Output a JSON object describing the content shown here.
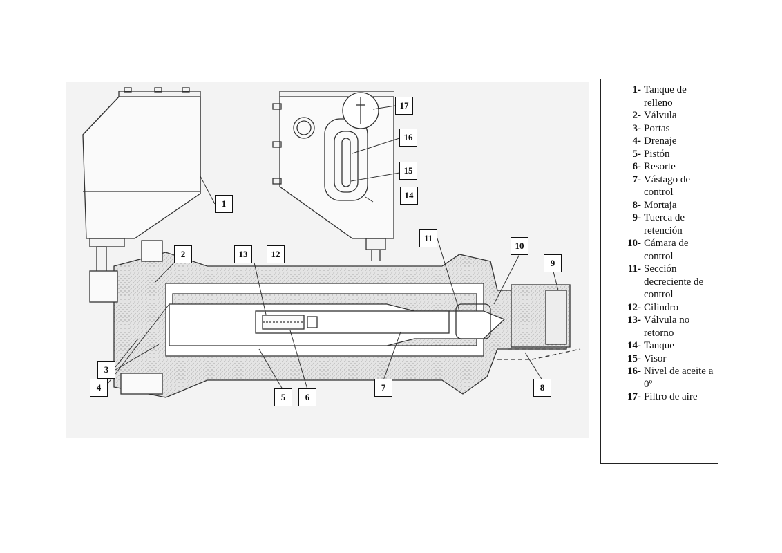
{
  "callouts": [
    {
      "id": "1",
      "label": "1"
    },
    {
      "id": "2",
      "label": "2"
    },
    {
      "id": "3",
      "label": "3"
    },
    {
      "id": "4",
      "label": "4"
    },
    {
      "id": "5",
      "label": "5"
    },
    {
      "id": "6",
      "label": "6"
    },
    {
      "id": "7",
      "label": "7"
    },
    {
      "id": "8",
      "label": "8"
    },
    {
      "id": "9",
      "label": "9"
    },
    {
      "id": "10",
      "label": "10"
    },
    {
      "id": "11",
      "label": "11"
    },
    {
      "id": "12",
      "label": "12"
    },
    {
      "id": "13",
      "label": "13"
    },
    {
      "id": "14",
      "label": "14"
    },
    {
      "id": "15",
      "label": "15"
    },
    {
      "id": "16",
      "label": "16"
    },
    {
      "id": "17",
      "label": "17"
    }
  ],
  "legend": [
    {
      "num": "1-",
      "text": "Tanque de relleno"
    },
    {
      "num": "2-",
      "text": "Válvula"
    },
    {
      "num": "3-",
      "text": "Portas"
    },
    {
      "num": "4-",
      "text": "Drenaje"
    },
    {
      "num": "5-",
      "text": "Pistón"
    },
    {
      "num": "6-",
      "text": "Resorte"
    },
    {
      "num": "7-",
      "text": "Vástago de control"
    },
    {
      "num": "8-",
      "text": "Mortaja"
    },
    {
      "num": "9-",
      "text": "Tuerca de retención"
    },
    {
      "num": "10-",
      "text": "Cámara de control"
    },
    {
      "num": "11-",
      "text": "Sección decreciente de control"
    },
    {
      "num": "12-",
      "text": "Cilindro"
    },
    {
      "num": "13-",
      "text": "Válvula no retorno"
    },
    {
      "num": "14-",
      "text": "Tanque"
    },
    {
      "num": "15-",
      "text": "Visor"
    },
    {
      "num": "16-",
      "text": "Nivel de aceite a 0º"
    },
    {
      "num": "17-",
      "text": "Filtro de aire"
    }
  ]
}
